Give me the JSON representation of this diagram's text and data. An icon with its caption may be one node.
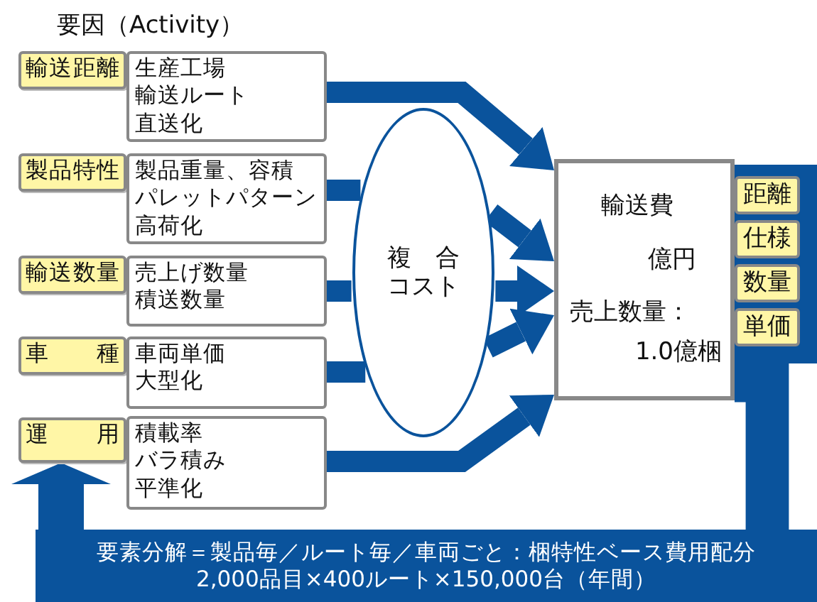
{
  "diagram": {
    "title": "要因（Activity）",
    "nodes": [
      {
        "text": [
          "輸送距離"
        ]
      },
      {
        "text": [
          "生産工場",
          "輸送ルート",
          "直送化"
        ]
      },
      {
        "text": [
          "製品特性"
        ]
      },
      {
        "text": [
          "製品重量、容積",
          "パレットパターン",
          "高荷化"
        ]
      },
      {
        "text": [
          "輸送数量"
        ]
      },
      {
        "text": [
          "売上げ数量",
          "積送数量"
        ]
      },
      {
        "text": [
          "車　種"
        ]
      },
      {
        "text": [
          "車両単価",
          "大型化"
        ]
      },
      {
        "text": [
          "運　用"
        ]
      },
      {
        "text": [
          "積載率",
          "バラ積み",
          "平準化"
        ]
      },
      {
        "text": [
          "複　合",
          "コスト"
        ]
      },
      {
        "text": [
          "輸送費",
          "億円",
          "売上数量：",
          "1.0億梱"
        ]
      },
      {
        "text": [
          "距離"
        ]
      },
      {
        "text": [
          "仕様"
        ]
      },
      {
        "text": [
          "数量"
        ]
      },
      {
        "text": [
          "単価"
        ]
      },
      {
        "text": [
          "要素分解＝製品毎／ルート毎／車両ごと：梱特性ベース費用配分",
          "2,000品目×400ルート×150,000台（年間）"
        ]
      }
    ],
    "edges": [
      {
        "from": 1,
        "to": 11,
        "arrow": "to"
      },
      {
        "from": 3,
        "to": 10,
        "arrow": "none"
      },
      {
        "from": 10,
        "to": 11,
        "arrow": "to"
      },
      {
        "from": 5,
        "to": 10,
        "arrow": "none"
      },
      {
        "from": 10,
        "to": 11,
        "arrow": "to"
      },
      {
        "from": 7,
        "to": 10,
        "arrow": "none"
      },
      {
        "from": 10,
        "to": 11,
        "arrow": "to"
      },
      {
        "from": 9,
        "to": 11,
        "arrow": "to"
      },
      {
        "from": 11,
        "to": 16,
        "arrow": "none",
        "style": "thick"
      },
      {
        "from": 16,
        "to": 8,
        "arrow": "to",
        "style": "thick"
      }
    ]
  }
}
